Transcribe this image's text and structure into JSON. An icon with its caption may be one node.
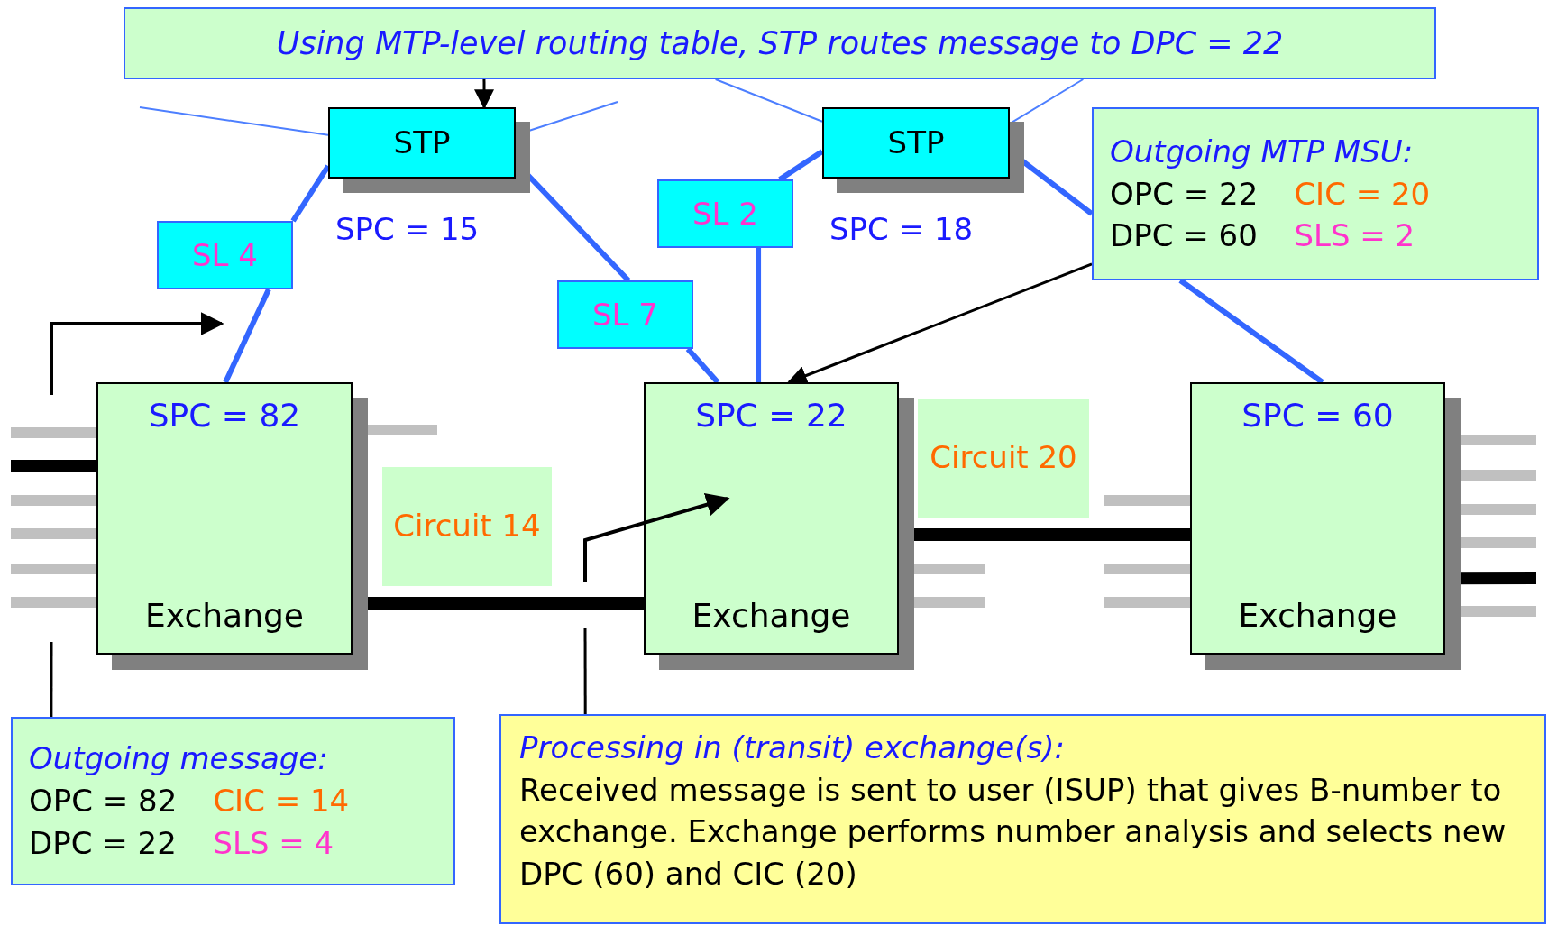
{
  "diagram": {
    "nodes": [
      {
        "text": [
          "Using MTP-level routing table, STP routes message to DPC = 22"
        ]
      },
      {
        "text": [
          "STP"
        ],
        "beside": [
          "SPC = 15"
        ]
      },
      {
        "text": [
          "STP"
        ],
        "beside": [
          "SPC = 18"
        ]
      },
      {
        "text": [
          "Outgoing MTP MSU:",
          "OPC = 22",
          "CIC = 20",
          "DPC = 60",
          "SLS = 2"
        ]
      },
      {
        "text": [
          "SL 2"
        ]
      },
      {
        "text": [
          "SL 4"
        ]
      },
      {
        "text": [
          "SL 7"
        ]
      },
      {
        "text": [
          "SPC = 82",
          "Exchange"
        ]
      },
      {
        "text": [
          "Circuit 14"
        ]
      },
      {
        "text": [
          "SPC = 22",
          "Exchange"
        ]
      },
      {
        "text": [
          "Circuit 20"
        ]
      },
      {
        "text": [
          "SPC = 60",
          "Exchange"
        ]
      },
      {
        "text": [
          "Outgoing message:",
          "OPC = 82",
          "CIC = 14",
          "DPC = 22",
          "SLS = 4"
        ]
      },
      {
        "text": [
          "Processing in (transit) exchange(s):",
          "Received message is sent to user (ISUP) that gives B-number to exchange. Exchange performs number analysis and selects new DPC (60) and CIC (20)"
        ]
      }
    ],
    "edges": [
      {
        "from": 0,
        "to": 1,
        "arrow": "to",
        "color": "#000000"
      },
      {
        "from": 1,
        "to": 5,
        "arrow": "none",
        "color": "#3366ff"
      },
      {
        "from": 5,
        "to": 7,
        "arrow": "none",
        "color": "#3366ff"
      },
      {
        "from": 1,
        "to": 6,
        "arrow": "none",
        "color": "#3366ff"
      },
      {
        "from": 6,
        "to": 9,
        "arrow": "none",
        "color": "#3366ff"
      },
      {
        "from": 2,
        "to": 4,
        "arrow": "none",
        "color": "#3366ff"
      },
      {
        "from": 4,
        "to": 9,
        "arrow": "none",
        "color": "#3366ff"
      },
      {
        "from": 2,
        "to": 3,
        "arrow": "none",
        "color": "#3366ff"
      },
      {
        "from": 3,
        "to": 9,
        "arrow": "to",
        "color": "#000000"
      },
      {
        "from": 1,
        "to": null,
        "arrow": "none",
        "color": "#4d7fff"
      },
      {
        "from": 1,
        "to": null,
        "arrow": "none",
        "color": "#4d7fff"
      },
      {
        "from": 2,
        "to": 0,
        "arrow": "none",
        "color": "#4d7fff"
      },
      {
        "from": 2,
        "to": 0,
        "arrow": "none",
        "color": "#4d7fff"
      },
      {
        "from": 7,
        "to": 9,
        "arrow": "none",
        "style": "thick",
        "color": "#000000"
      },
      {
        "from": 9,
        "to": 11,
        "arrow": "none",
        "style": "thick",
        "color": "#000000"
      },
      {
        "from": null,
        "to": 7,
        "arrow": "none",
        "style": "thick",
        "color": "#000000"
      },
      {
        "from": 11,
        "to": null,
        "arrow": "none",
        "style": "thick",
        "color": "#000000"
      },
      {
        "from": 12,
        "to": null,
        "arrow": "none",
        "color": "#000000"
      },
      {
        "from": 13,
        "to": null,
        "arrow": "none",
        "color": "#000000"
      },
      {
        "from": 3,
        "to": 11,
        "arrow": "none",
        "color": "#3366ff"
      }
    ]
  }
}
